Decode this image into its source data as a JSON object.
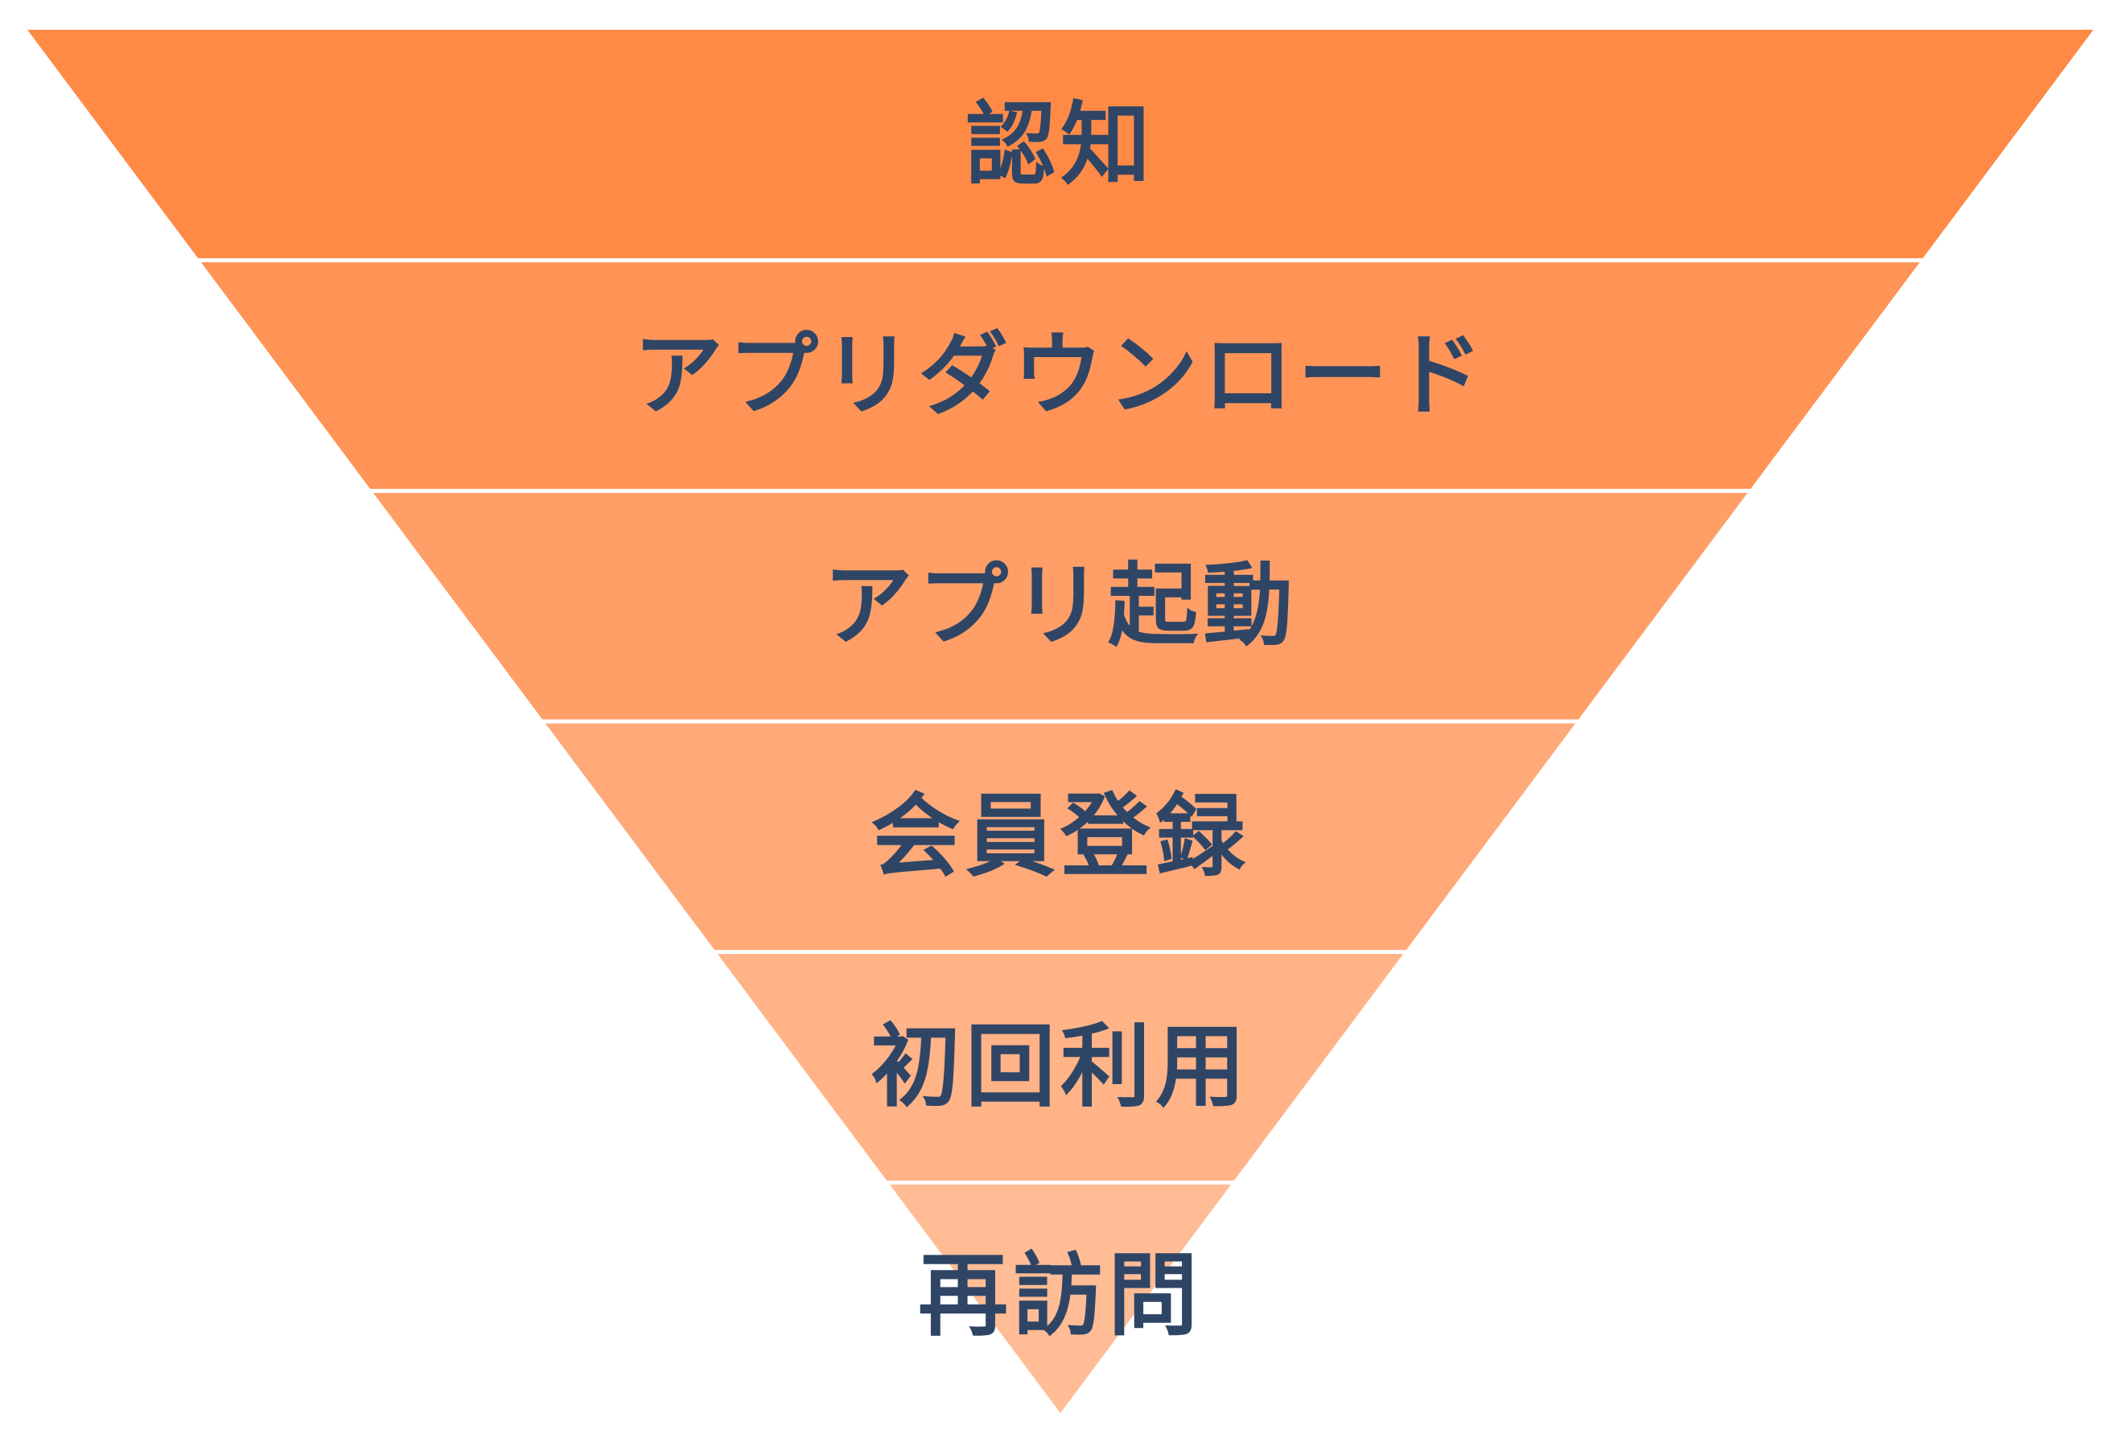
{
  "title": "",
  "stages": [
    {
      "label": "認知",
      "color": "#ff8a46"
    },
    {
      "label": "アプリダウンロード",
      "color": "#ff9456"
    },
    {
      "label": "アプリ起動",
      "color": "#ff9f67"
    },
    {
      "label": "会員登録",
      "color": "#ffa978"
    },
    {
      "label": "初回利用",
      "color": "#ffb387"
    },
    {
      "label": "再訪問",
      "color": "#ffbc95"
    }
  ],
  "text_color": "#2f4566"
}
